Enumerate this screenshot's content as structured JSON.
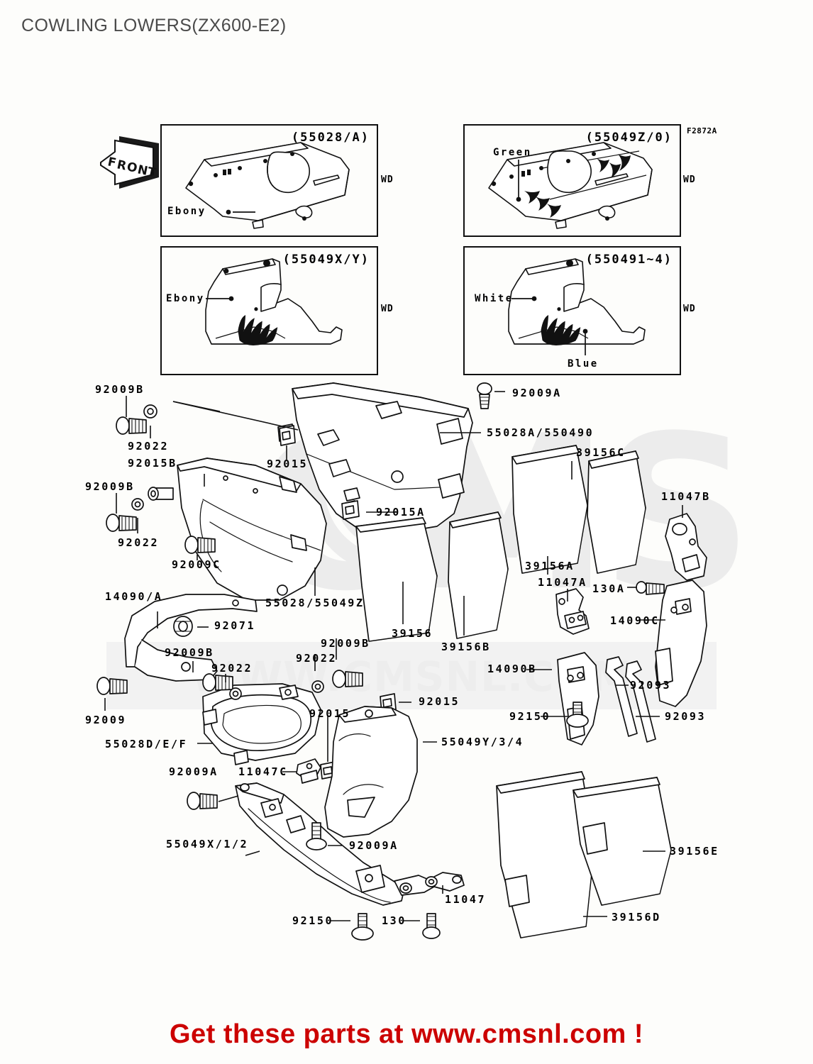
{
  "page": {
    "title": "COWLING LOWERS(ZX600-E2)",
    "reference_code": "F2872A",
    "footer": "Get these parts at www.cmsnl.com !",
    "watermark_logo": "CMS",
    "watermark_url": "WWW.CMSNL.COM",
    "front_arrow_label": "FRONT"
  },
  "insets": [
    {
      "name": "inset-55028-a",
      "code": "(55028/A)",
      "color_labels": [
        {
          "text": "Ebony"
        }
      ],
      "wd": "WD"
    },
    {
      "name": "inset-55049z-0",
      "code": "(55049Z/0)",
      "color_labels": [
        {
          "text": "Green"
        }
      ],
      "wd": "WD"
    },
    {
      "name": "inset-55049x-y",
      "code": "(55049X/Y)",
      "color_labels": [
        {
          "text": "Ebony"
        }
      ],
      "wd": "WD"
    },
    {
      "name": "inset-550491-4",
      "code": "(550491~4)",
      "color_labels": [
        {
          "text": "White"
        },
        {
          "text": "Blue"
        }
      ],
      "wd": "WD"
    }
  ],
  "callouts": [
    {
      "id": "c01",
      "text": "92009B"
    },
    {
      "id": "c02",
      "text": "92022"
    },
    {
      "id": "c03",
      "text": "92015B"
    },
    {
      "id": "c04",
      "text": "92009B"
    },
    {
      "id": "c05",
      "text": "92022"
    },
    {
      "id": "c06",
      "text": "92009C"
    },
    {
      "id": "c07",
      "text": "92015"
    },
    {
      "id": "c08",
      "text": "92015A"
    },
    {
      "id": "c09",
      "text": "92009A"
    },
    {
      "id": "c10",
      "text": "55028A/550490"
    },
    {
      "id": "c11",
      "text": "39156C"
    },
    {
      "id": "c12",
      "text": "39156A"
    },
    {
      "id": "c13",
      "text": "11047B"
    },
    {
      "id": "c14",
      "text": "11047A"
    },
    {
      "id": "c15",
      "text": "130A"
    },
    {
      "id": "c16",
      "text": "14090C"
    },
    {
      "id": "c17",
      "text": "55028/55049Z"
    },
    {
      "id": "c18",
      "text": "39156"
    },
    {
      "id": "c19",
      "text": "39156B"
    },
    {
      "id": "c20",
      "text": "92009B"
    },
    {
      "id": "c21",
      "text": "92022"
    },
    {
      "id": "c22",
      "text": "14090/A"
    },
    {
      "id": "c23",
      "text": "92071"
    },
    {
      "id": "c24",
      "text": "92009B"
    },
    {
      "id": "c25",
      "text": "92022"
    },
    {
      "id": "c26",
      "text": "92009"
    },
    {
      "id": "c27",
      "text": "55028D/E/F"
    },
    {
      "id": "c28",
      "text": "92015"
    },
    {
      "id": "c29",
      "text": "92015"
    },
    {
      "id": "c30",
      "text": "14090B"
    },
    {
      "id": "c31",
      "text": "92093"
    },
    {
      "id": "c32",
      "text": "92093"
    },
    {
      "id": "c33",
      "text": "92150"
    },
    {
      "id": "c34",
      "text": "55049Y/3/4"
    },
    {
      "id": "c35",
      "text": "92009A"
    },
    {
      "id": "c36",
      "text": "11047C"
    },
    {
      "id": "c37",
      "text": "55049X/1/2"
    },
    {
      "id": "c38",
      "text": "92009A"
    },
    {
      "id": "c39",
      "text": "92150"
    },
    {
      "id": "c40",
      "text": "130"
    },
    {
      "id": "c41",
      "text": "11047"
    },
    {
      "id": "c42",
      "text": "39156E"
    },
    {
      "id": "c43",
      "text": "39156D"
    }
  ]
}
